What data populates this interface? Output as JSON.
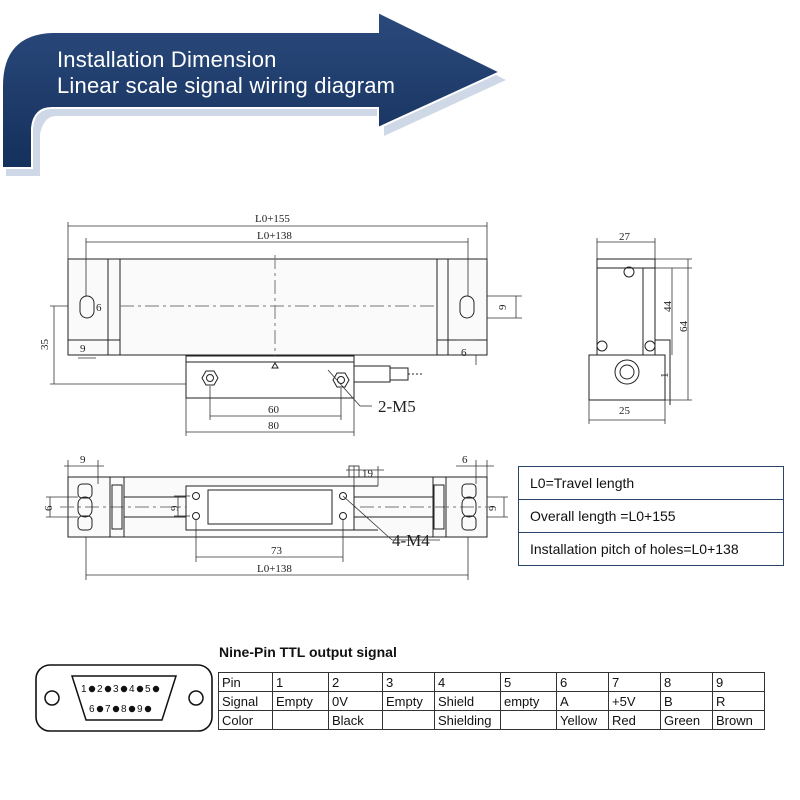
{
  "banner": {
    "line1": "Installation Dimension",
    "line2": "Linear scale signal wiring diagram",
    "color": "#1f3a66"
  },
  "front_view": {
    "overall": "L0+155",
    "pitch": "L0+138",
    "hole_w": "6",
    "hole_h": "9",
    "left_hole": "9",
    "height": "35",
    "right_hole": "9",
    "right_low": "6",
    "reader_width": "60",
    "reader_total": "80",
    "screws": "2-M5"
  },
  "side_view": {
    "width": "27",
    "h44": "44",
    "h64": "64",
    "h1": "1",
    "base": "25"
  },
  "top_view": {
    "left_9": "9",
    "left_6": "6",
    "right_6": "6",
    "right_9": "9",
    "center_9": "9",
    "mark_19": "19",
    "screws": "4-M4",
    "dim_73": "73",
    "pitch": "L0+138"
  },
  "info": [
    "L0=Travel length",
    "Overall length =L0+155",
    "Installation pitch of holes=L0+138"
  ],
  "connector": {
    "title": "Nine-Pin TTL output signal",
    "pins_top": [
      "1",
      "2",
      "3",
      "4",
      "5"
    ],
    "pins_bottom": [
      "6",
      "7",
      "8",
      "9"
    ],
    "rows": [
      [
        "Pin",
        "1",
        "2",
        "3",
        "4",
        "5",
        "6",
        "7",
        "8",
        "9"
      ],
      [
        "Signal",
        "Empty",
        "0V",
        "Empty",
        "Shield",
        "empty",
        "A",
        "+5V",
        "B",
        "R"
      ],
      [
        "Color",
        "",
        "Black",
        "",
        "Shielding",
        "",
        "Yellow",
        "Red",
        "Green",
        "Brown"
      ]
    ]
  }
}
